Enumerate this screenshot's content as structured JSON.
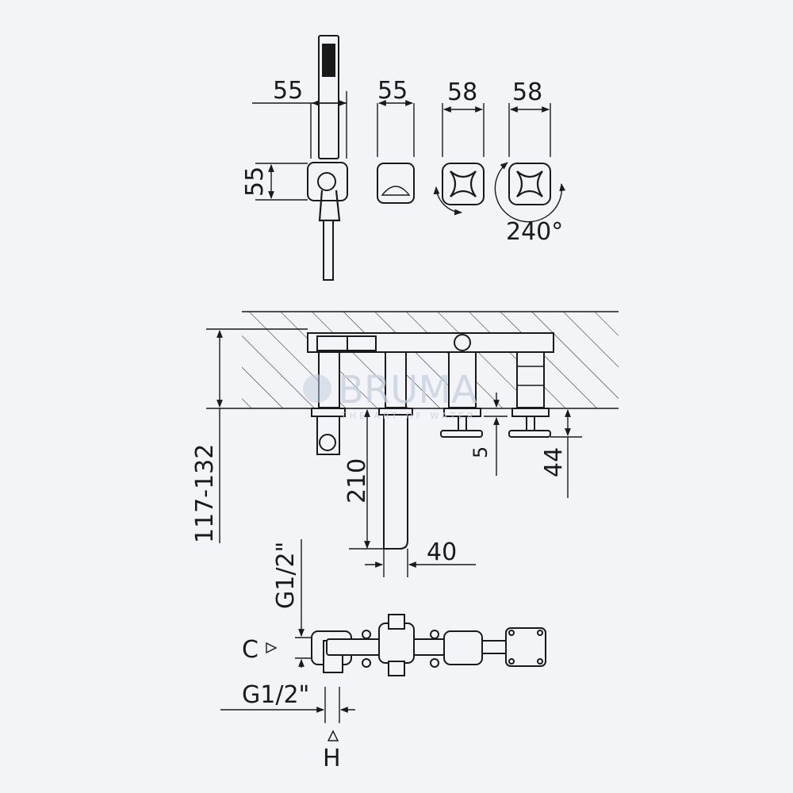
{
  "colors": {
    "background": "#f2f4f8",
    "line": "#1a1a1a",
    "watermark": "#c4cfdc"
  },
  "watermark": {
    "brand": "BRUMA",
    "tagline": "THE ART OF WATER"
  },
  "top_view": {
    "handshower_width": "55",
    "handshower_height": "55",
    "spout_width": "55",
    "handle_left_width": "58",
    "handle_right_width": "58",
    "rotation": "240°"
  },
  "side_view": {
    "deck_thickness": "117-132",
    "spout_height": "210",
    "spout_offset": "40",
    "handle_gap": "5",
    "handle_height": "44"
  },
  "bottom_view": {
    "cold_label": "C",
    "hot_label": "H",
    "connection_left": "G1/2\"",
    "connection_bottom": "G1/2\""
  }
}
